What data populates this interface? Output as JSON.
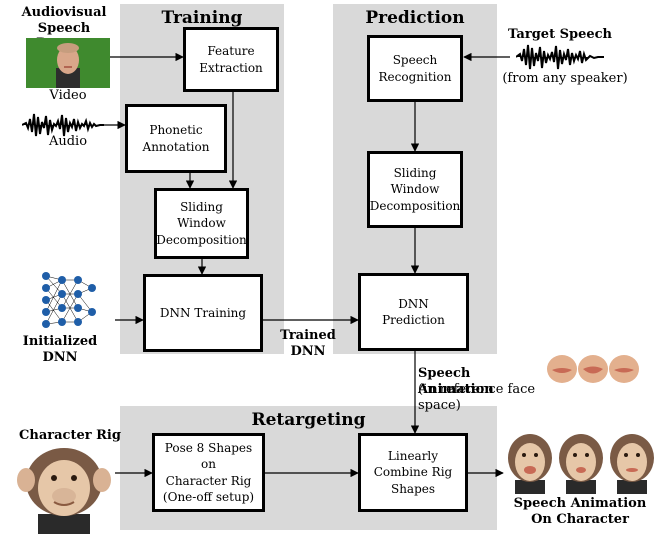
{
  "panels": {
    "training": "Training",
    "prediction": "Prediction",
    "retargeting": "Retargeting"
  },
  "boxes": {
    "feature_extraction": "Feature\nExtraction",
    "phonetic_annotation": "Phonetic\nAnnotation",
    "sliding_window_training": "Sliding\nWindow\nDecomposition",
    "dnn_training": "DNN Training",
    "speech_recognition": "Speech\nRecognition",
    "sliding_window_prediction": "Sliding\nWindow\nDecomposition",
    "dnn_prediction": "DNN Prediction",
    "pose_shapes": "Pose 8 Shapes on\nCharacter Rig\n(One-off setup)",
    "linear_combine": "Linearly\nCombine Rig\nShapes"
  },
  "labels": {
    "dataset_title": "Audiovisual\nSpeech Dataset",
    "video": "Video",
    "audio": "Audio",
    "initialized_dnn": "Initialized\nDNN",
    "trained_dnn": "Trained\nDNN",
    "target_speech": "Target Speech",
    "target_speech_note": "(from any speaker)",
    "speech_animation": "Speech Animation",
    "speech_animation_note": "(in reference face space)",
    "character_rig": "Character Rig",
    "speech_animation_character": "Speech Animation\nOn Character"
  },
  "colors": {
    "panel": "#d9d9d9",
    "video_bg": "#3f8a2e",
    "face": "#d9a78a",
    "lip": "#e08a6a",
    "monkey_fur": "#7a5a45",
    "monkey_face": "#e6c7a8"
  }
}
